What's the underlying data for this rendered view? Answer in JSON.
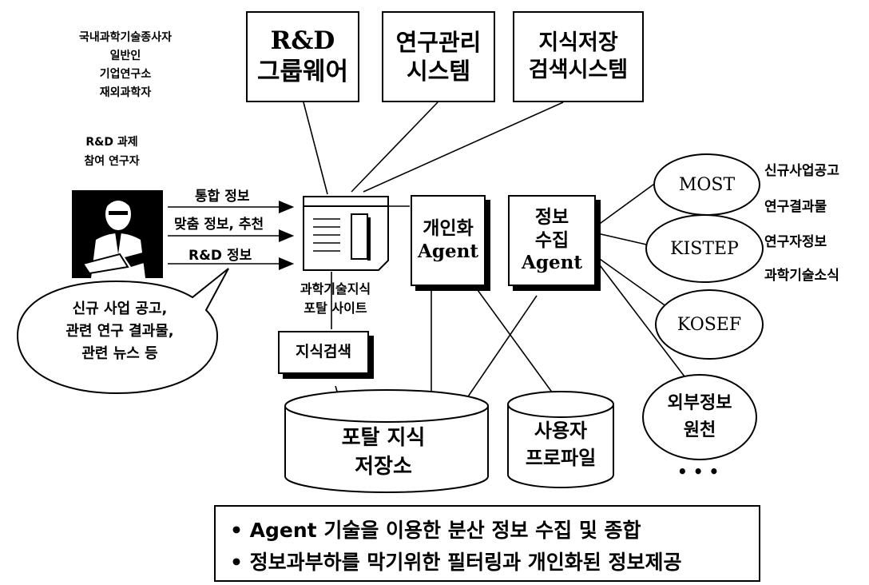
{
  "top_systems": {
    "groupware": [
      "R&D",
      "그룹웨어"
    ],
    "research_mgmt": [
      "연구관리",
      "시스템"
    ],
    "knowledge_store": [
      "지식저장",
      "검색시스템"
    ]
  },
  "users": {
    "group1": [
      "국내과학기술종사자",
      "일반인",
      "기업연구소",
      "재외과학자"
    ],
    "group2": [
      "R&D 과제",
      "참여 연구자"
    ]
  },
  "arrows": {
    "integrated": "통합 정보",
    "custom": "맞춤 정보, 추천",
    "rnd": "R&D 정보"
  },
  "portal": {
    "label": [
      "과학기술지식",
      "포탈 사이트"
    ]
  },
  "agents": {
    "personal": [
      "개인화",
      "Agent"
    ],
    "collect": [
      "정보",
      "수집",
      "Agent"
    ]
  },
  "speech": [
    "신규 사업 공고,",
    "관련 연구 결과물,",
    "관련 뉴스 등"
  ],
  "search_box": "지식검색",
  "storage": {
    "portal": [
      "포탈 지식",
      "저장소"
    ],
    "profile": [
      "사용자",
      "프로파일"
    ]
  },
  "sources": {
    "most": "MOST",
    "kistep": "KISTEP",
    "kosef": "KOSEF",
    "external": [
      "외부정보",
      "원천"
    ],
    "ellipsis": "• • •"
  },
  "source_labels": [
    "신규사업공고",
    "연구결과물",
    "연구자정보",
    "과학기술소식"
  ],
  "legend": [
    "• Agent 기술을 이용한 분산 정보 수집 및 종합",
    "• 정보과부하를 막기위한 필터링과 개인화된 정보제공"
  ]
}
